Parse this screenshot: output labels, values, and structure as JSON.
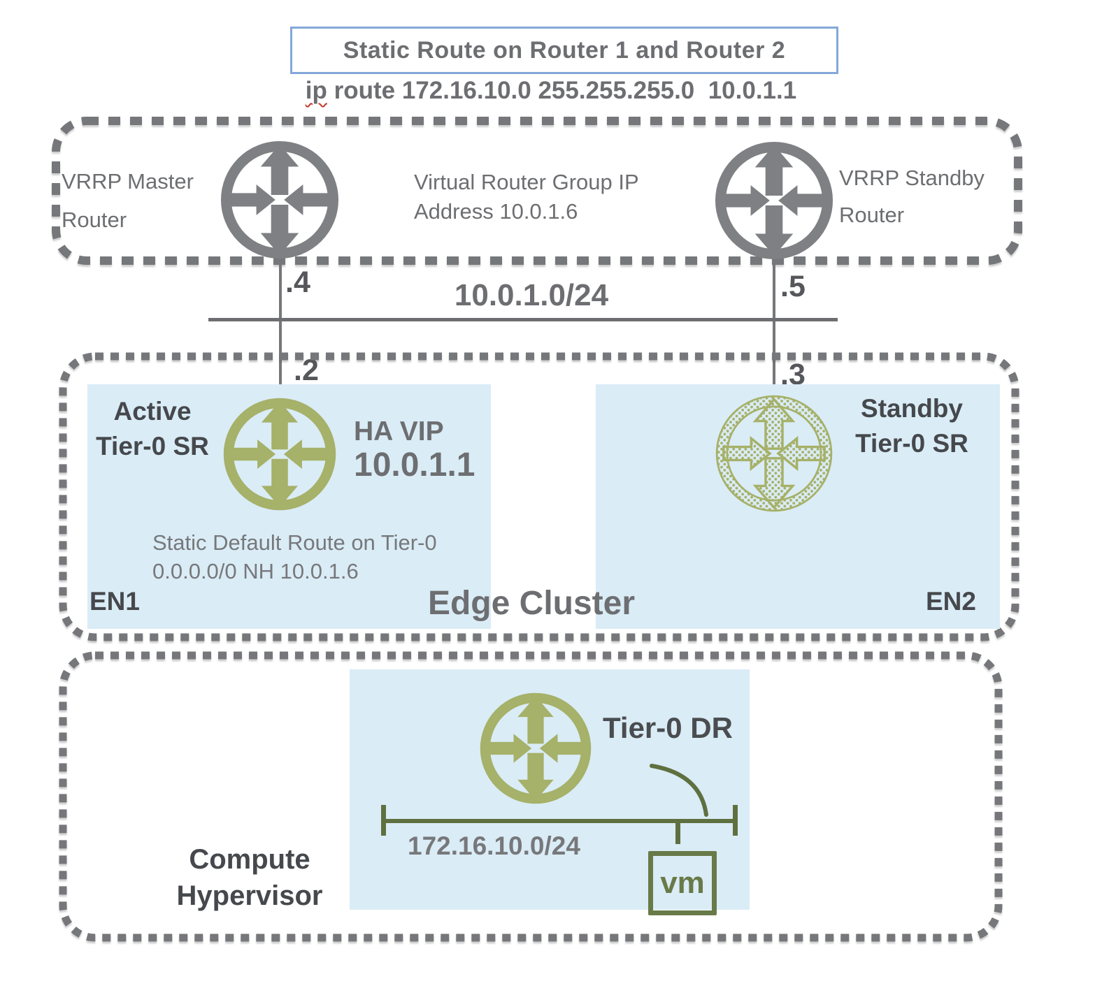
{
  "diagram_title": "Static Route on Router 1 and Router 2",
  "route_command": {
    "word": "ip",
    "rest": " route 172.16.10.0 255.255.255.0  10.0.1.1"
  },
  "vrrp_group": {
    "master_line1": "VRRP Master",
    "master_line2": "Router",
    "group_ip_line1": "Virtual Router Group IP",
    "group_ip_line2": "Address 10.0.1.6",
    "standby_line1": "VRRP Standby",
    "standby_line2": "Router"
  },
  "uplink": {
    "subnet": "10.0.1.0/24",
    "master_ip_suffix": ".4",
    "standby_ip_suffix": ".5",
    "en1_ip_suffix": ".2",
    "en2_ip_suffix": ".3"
  },
  "edge_cluster": {
    "label": "Edge Cluster",
    "active_sr_line1": "Active",
    "active_sr_line2": "Tier-0 SR",
    "ha_vip_label": "HA VIP",
    "ha_vip_ip": "10.0.1.1",
    "static_route_line1": "Static Default Route on Tier-0",
    "static_route_line2": "0.0.0.0/0 NH 10.0.1.6",
    "node1": "EN1",
    "node2": "EN2",
    "standby_sr_line1": "Standby",
    "standby_sr_line2": "Tier-0 SR"
  },
  "compute_hypervisor": {
    "label_line1": "Compute",
    "label_line2": "Hypervisor",
    "dr_label": "Tier-0 DR",
    "segment_subnet": "172.16.10.0/24",
    "vm_label": "vm"
  },
  "icons": {
    "vrrp_master": "router-icon",
    "vrrp_standby": "router-icon",
    "active_tier0_sr": "router-icon",
    "standby_tier0_sr": "router-icon-hatched",
    "tier0_dr": "router-icon",
    "vm": "vm-icon"
  },
  "colors": {
    "router_gray": "#7f8083",
    "dash_gray": "#76777a",
    "accent_green": "#a6b169",
    "dark_olive": "#5f7040",
    "vm_olive": "#697a49",
    "panel_blue": "#daecf6",
    "text_gray": "#6d6e71",
    "text_dark": "#45484c",
    "title_border_blue": "#84a8d9",
    "squiggle_red": "#c0392b"
  }
}
